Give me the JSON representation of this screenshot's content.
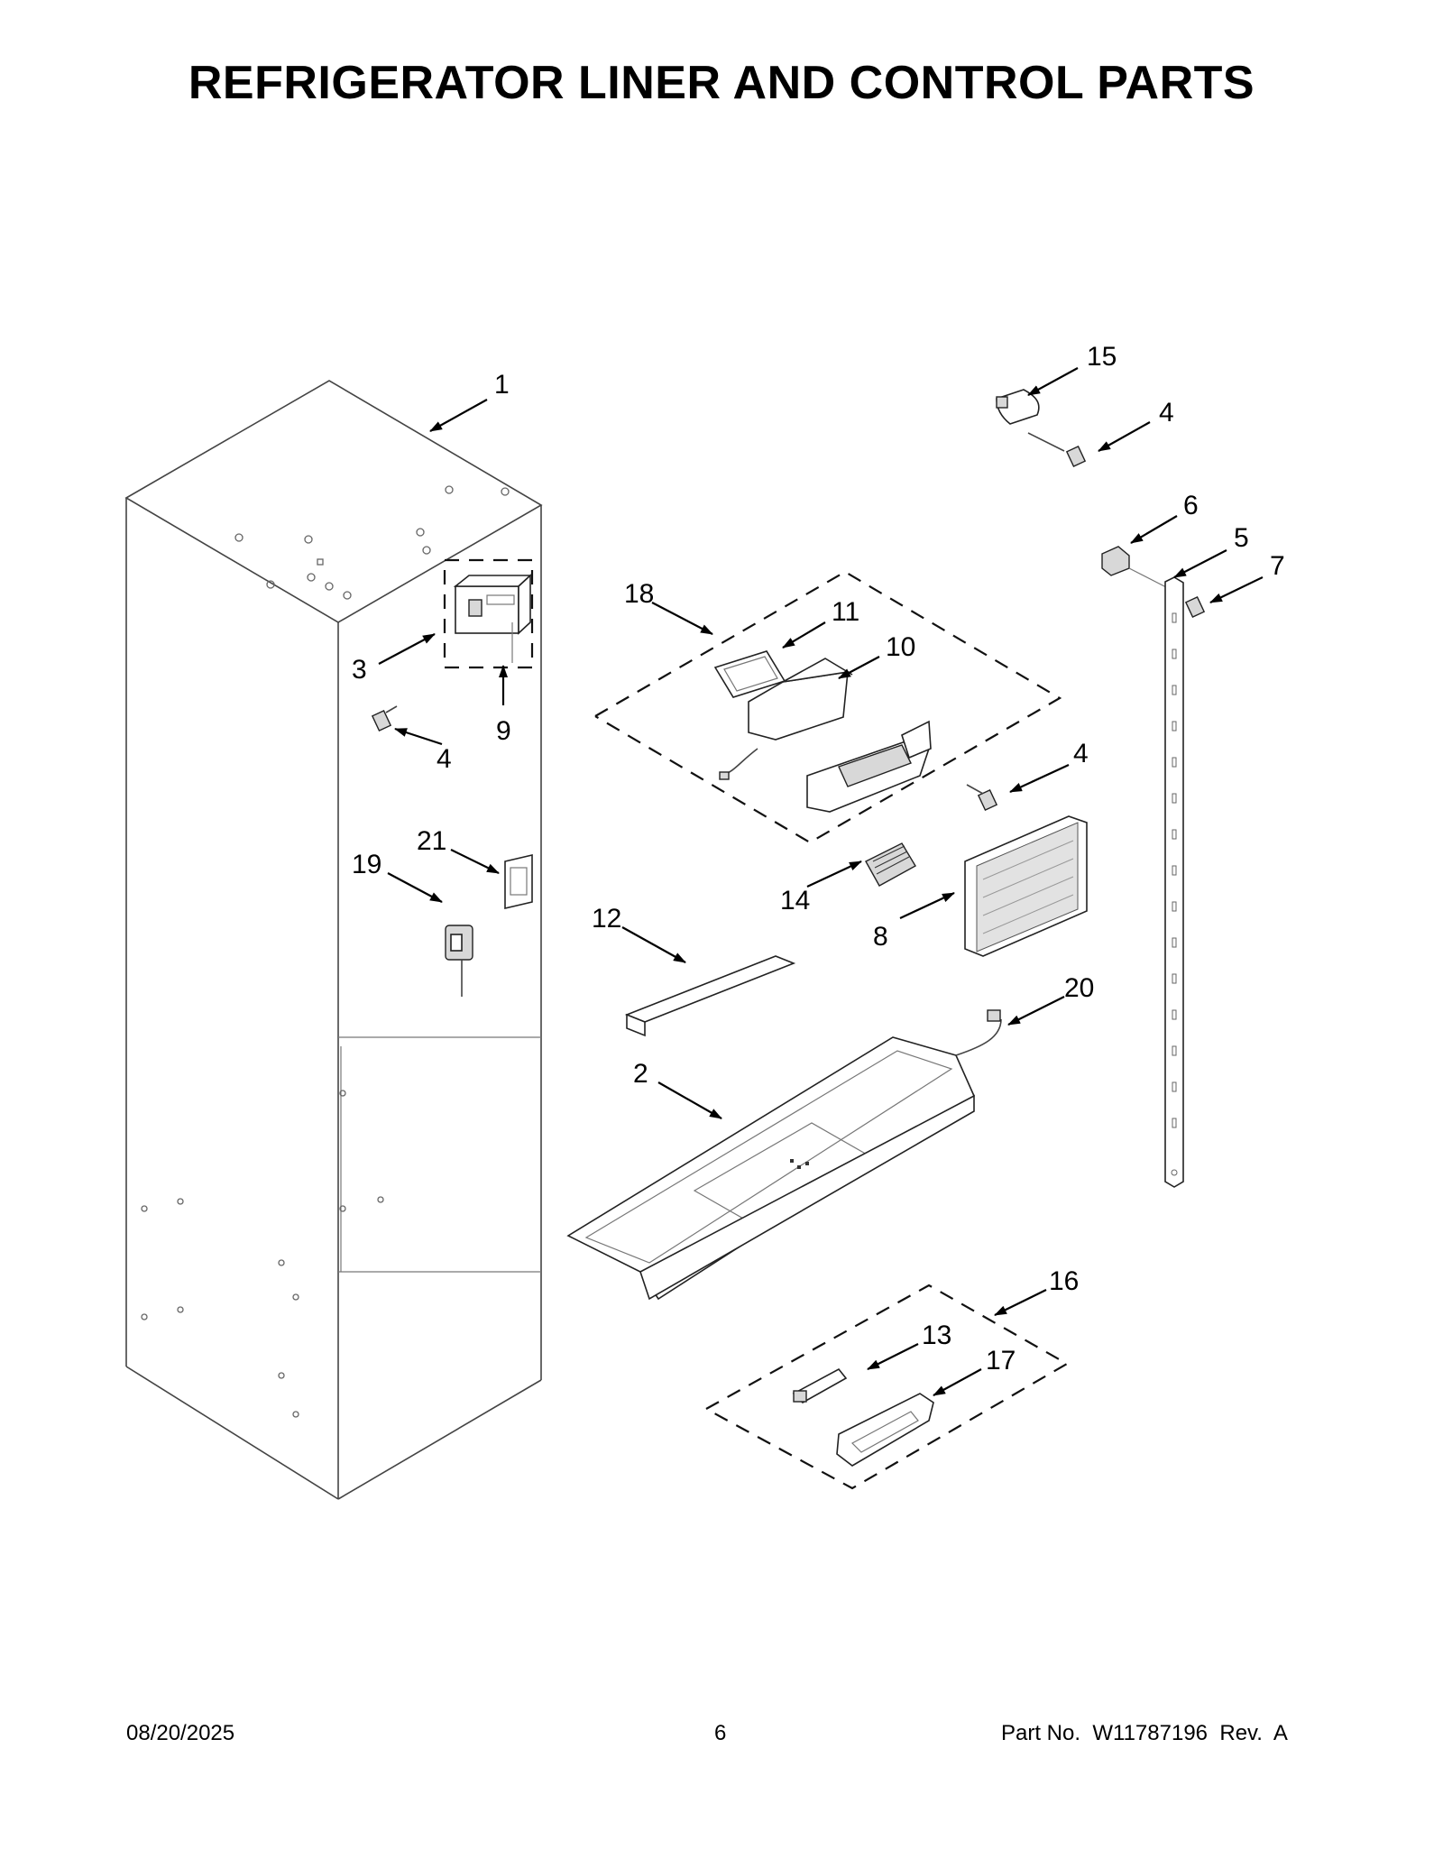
{
  "page": {
    "title": "REFRIGERATOR LINER AND CONTROL PARTS",
    "date": "08/20/2025",
    "page_number": "6",
    "part_number": "Part No.  W11787196  Rev.  A"
  },
  "callouts": {
    "c1": "1",
    "c2": "2",
    "c3": "3",
    "c4a": "4",
    "c4b": "4",
    "c4c": "4",
    "c5": "5",
    "c6": "6",
    "c7": "7",
    "c8": "8",
    "c9": "9",
    "c10": "10",
    "c11": "11",
    "c12": "12",
    "c13": "13",
    "c14": "14",
    "c15": "15",
    "c16": "16",
    "c17": "17",
    "c18": "18",
    "c19": "19",
    "c20": "20",
    "c21": "21"
  }
}
